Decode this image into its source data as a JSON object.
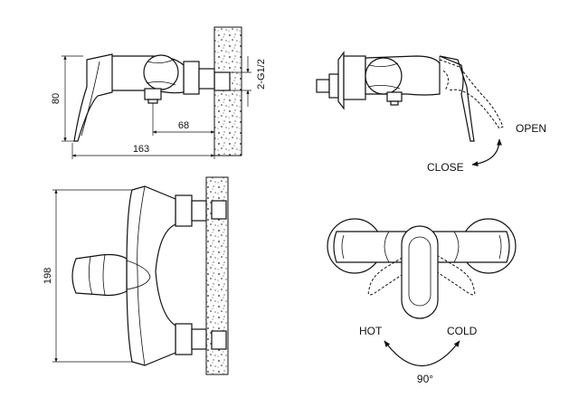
{
  "side_view": {
    "height_label": "80",
    "offset_label": "68",
    "length_label": "163",
    "thread_label": "2-G1/2"
  },
  "side_view_open": {
    "open_label": "OPEN",
    "close_label": "CLOSE"
  },
  "front_view": {
    "width_label": "198"
  },
  "top_view": {
    "hot_label": "HOT",
    "cold_label": "COLD",
    "angle_label": "90°"
  },
  "colors": {
    "line": "#111111",
    "background": "#ffffff"
  }
}
